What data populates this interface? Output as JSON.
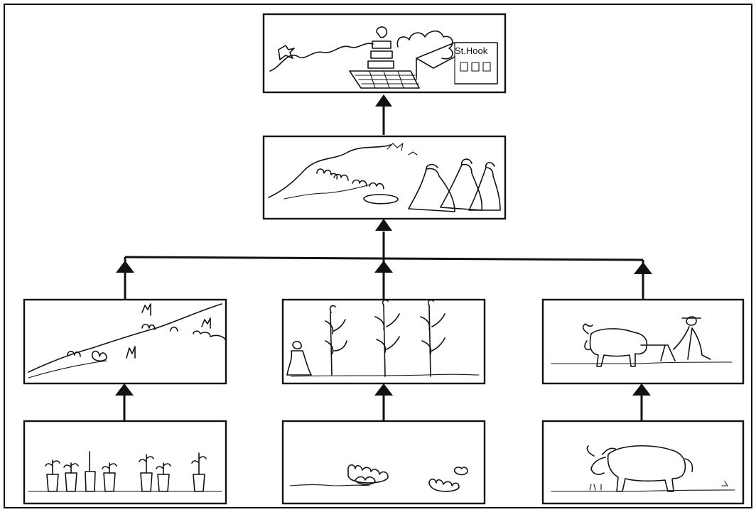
{
  "diagram": {
    "type": "tree-flow",
    "panels": [
      {
        "id": "school-bridge",
        "label": "",
        "sign_text": "St.Hook"
      },
      {
        "id": "group-on-hillside",
        "label": ""
      },
      {
        "id": "planted-hillside",
        "label": ""
      },
      {
        "id": "tall-maize-plants",
        "label": ""
      },
      {
        "id": "ox-plough-farmer",
        "label": ""
      },
      {
        "id": "potted-seedlings",
        "label": ""
      },
      {
        "id": "low-ground-crops",
        "label": ""
      },
      {
        "id": "single-ox",
        "label": ""
      }
    ],
    "edges": [
      {
        "from": "group-on-hillside",
        "to": "school-bridge"
      },
      {
        "from": "planted-hillside",
        "to": "group-on-hillside"
      },
      {
        "from": "tall-maize-plants",
        "to": "group-on-hillside"
      },
      {
        "from": "ox-plough-farmer",
        "to": "group-on-hillside"
      },
      {
        "from": "potted-seedlings",
        "to": "planted-hillside"
      },
      {
        "from": "low-ground-crops",
        "to": "tall-maize-plants"
      },
      {
        "from": "single-ox",
        "to": "ox-plough-farmer"
      }
    ]
  }
}
